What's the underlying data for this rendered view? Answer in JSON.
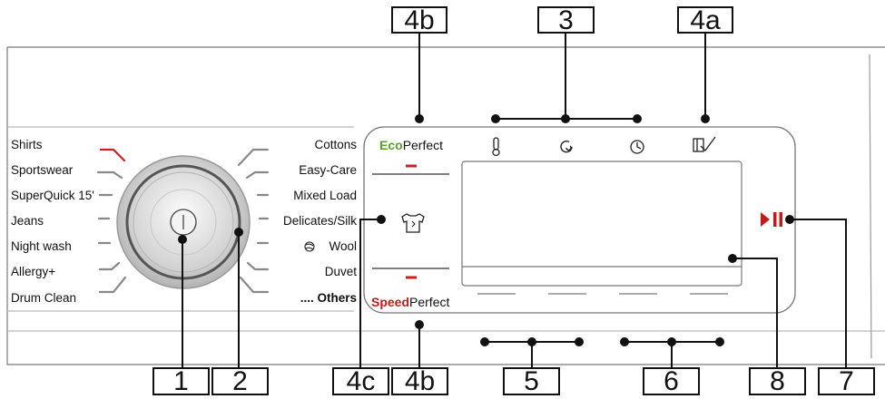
{
  "programs_left": [
    "Shirts",
    "Sportswear",
    "SuperQuick 15'",
    "Jeans",
    "Night wash",
    "Allergy+",
    "Drum Clean"
  ],
  "programs_right": [
    "Cottons",
    "Easy-Care",
    "Mixed Load",
    "Delicates/Silk",
    "Wool",
    "Duvet",
    ".... Others"
  ],
  "eco_perfect": {
    "prefix": "Eco",
    "suffix": "Perfect"
  },
  "speed_perfect": {
    "prefix": "Speed",
    "suffix": "Perfect"
  },
  "callouts": {
    "c1": "1",
    "c2": "2",
    "c3": "3",
    "c4a": "4a",
    "c4b_top": "4b",
    "c4b_bottom": "4b",
    "c4c": "4c",
    "c5": "5",
    "c6": "6",
    "c7": "7",
    "c8": "8"
  },
  "icons": [
    "thermometer-icon",
    "spin-icon",
    "clock-icon",
    "ready-time-icon",
    "shirt-icon",
    "start-pause-icon",
    "power-icon",
    "wool-icon"
  ],
  "colors": {
    "eco_green": "#5a9e2f",
    "speed_red": "#c41a1a",
    "accent_red": "#d01f1f"
  }
}
